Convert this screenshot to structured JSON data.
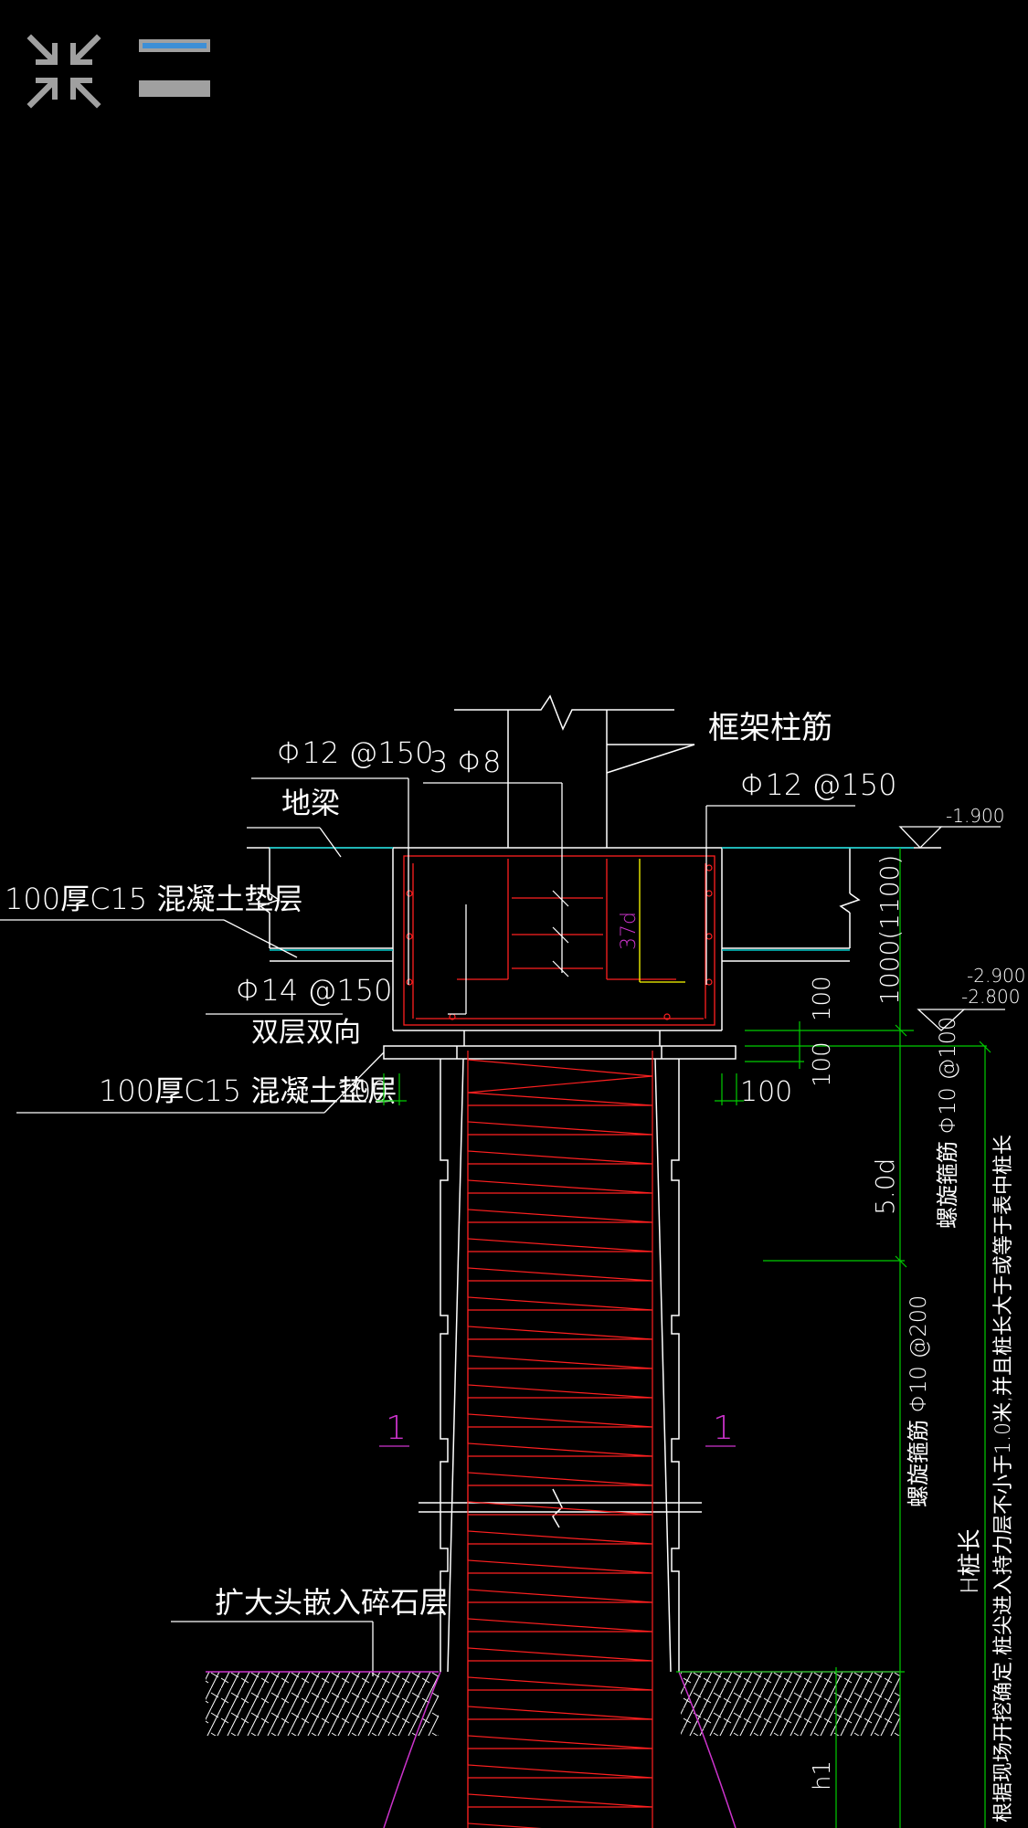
{
  "toolbar": {
    "collapse_icon": "collapse-arrows-icon",
    "menu_icon": "menu-icon",
    "accent_color": "#3d8fd6",
    "icon_color": "#a0a0a0"
  },
  "colors": {
    "background": "#000000",
    "outline": "#ffffff",
    "rebar": "#ff2020",
    "dimension": "#00cc00",
    "grade_line": "#00c8c8",
    "section_mark": "#cc33cc",
    "anchor": "#ffff00"
  },
  "labels": {
    "frame_column_rebar": "框架柱筋",
    "stirrup_top_left": "Φ12 @150",
    "tie_bars": "3 Φ8",
    "stirrup_top_right": "Φ12 @150",
    "ground_beam": "地梁",
    "cushion_top": "100厚C15 混凝土垫层",
    "bottom_rebar": "Φ14 @150",
    "double_layer": "双层双向",
    "cushion_bottom": "100厚C15 混凝土垫层",
    "dim_100_left": "100",
    "dim_100_right": "100",
    "anchor_length": "37d",
    "elev_top": "-1.900",
    "elev_mid_1": "-2.900",
    "elev_mid_2": "-2.800",
    "dim_1000": "1000(1100)",
    "dim_100_v1": "100",
    "dim_100_v2": "100",
    "spiral_1": "螺旋箍筋 Φ10 @100",
    "dim_5d": "5.0d",
    "spiral_2": "螺旋箍筋 Φ10 @200",
    "pile_length": "H桩长",
    "pile_note": "根据现场开挖确定,桩尖进入持力层不小于1.0米,并且桩长大于或等于表中桩长",
    "section_left": "1",
    "section_right": "1",
    "enlarged_head": "扩大头嵌入碎石层",
    "h1": "h1"
  }
}
